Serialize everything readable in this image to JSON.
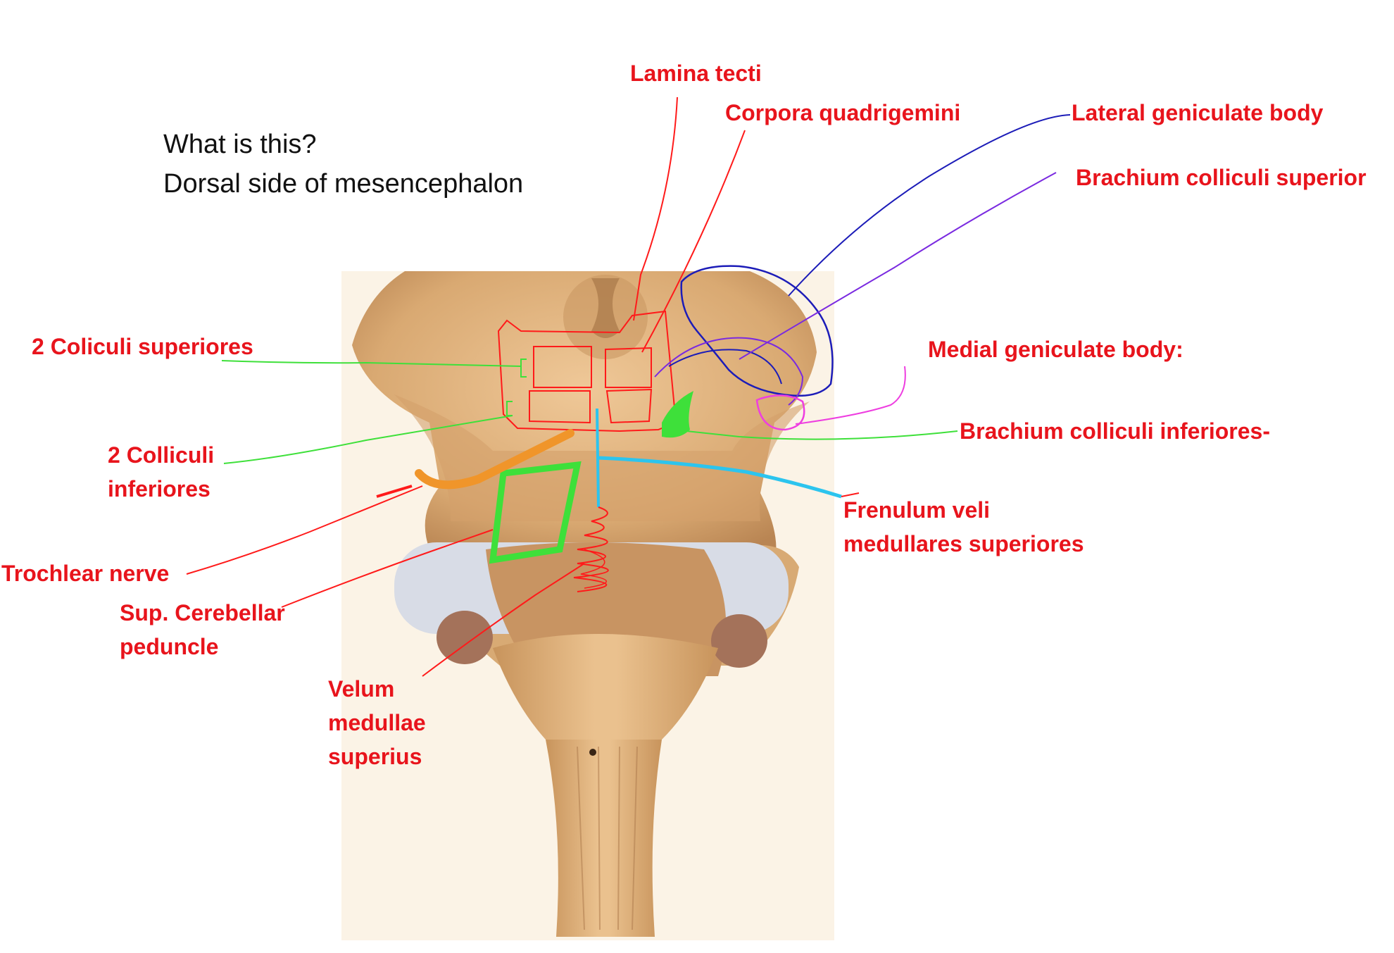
{
  "question": {
    "line1": "What is this?",
    "line2": "Dorsal side of mesencephalon"
  },
  "labels": {
    "lamina_tecti": "Lamina tecti",
    "corpora_quadrigemini": "Corpora quadrigemini",
    "lateral_geniculate_body": "Lateral geniculate body",
    "brachium_colliculi_superior": "Brachium colliculi superior",
    "coliculi_superiores": "2 Coliculi superiores",
    "medial_geniculate_body": "Medial geniculate body:",
    "brachium_colliculi_inferiores": "Brachium colliculi inferiores-",
    "colliculi_inferiores_l1": "2 Colliculi",
    "colliculi_inferiores_l2": "inferiores",
    "frenulum_l1": "Frenulum veli",
    "frenulum_l2": "medullares superiores",
    "trochlear_nerve": "Trochlear nerve",
    "sup_cerebellar_l1": "Sup. Cerebellar",
    "sup_cerebellar_l2": "peduncle",
    "velum_l1": "Velum",
    "velum_l2": "medullae",
    "velum_l3": "superius"
  },
  "colors": {
    "label_red": "#e8141c",
    "line_red": "#ff1a1a",
    "line_green": "#3ee03a",
    "line_blue": "#1c1cb8",
    "line_purple": "#7a2ae0",
    "line_magenta": "#ee3ee0",
    "line_cyan": "#2cc4ee",
    "line_orange": "#f0952a",
    "tissue": "#dcae7c",
    "tissue_dark": "#b9864f",
    "cerebellum_cut": "#d8dce6",
    "text_dark": "#111111"
  }
}
